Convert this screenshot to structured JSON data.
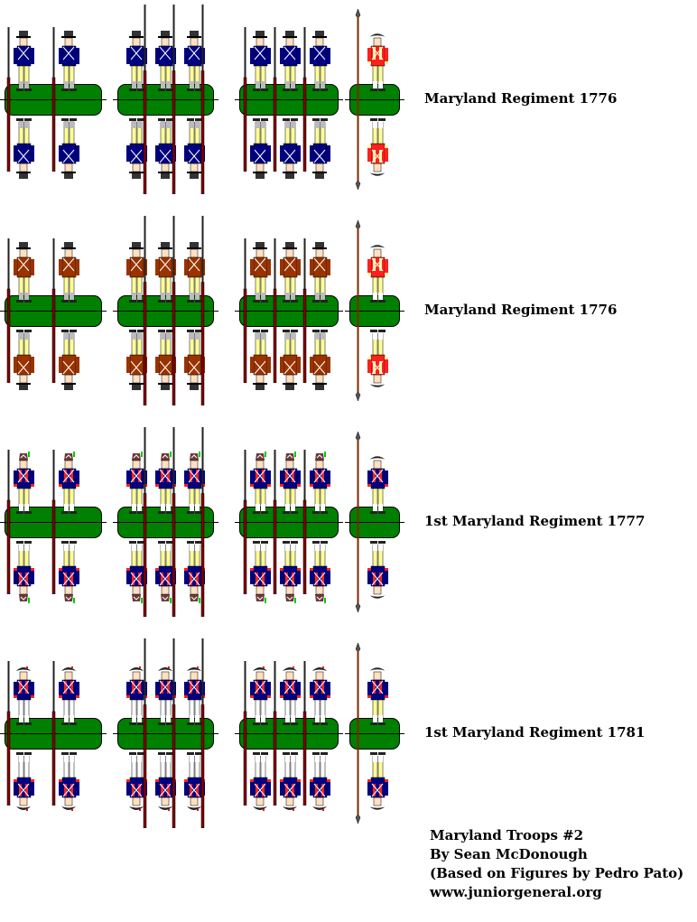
{
  "sheet": {
    "title": "Maryland Troops #2",
    "author": "By Sean McDonough",
    "based_on": "(Based on Figures by Pedro Pato)",
    "website": "www.juniorgeneral.org"
  },
  "colors": {
    "base_green": "#008000",
    "background": "#ffffff"
  },
  "rows": [
    {
      "label": "Maryland Regiment 1776",
      "coat": "#000080",
      "facing": "#000080",
      "breeches": "#ffff99",
      "hat": "round-hat",
      "officer_coat": "#ff2020"
    },
    {
      "label": "Maryland Regiment 1776",
      "coat": "#993300",
      "facing": "#993300",
      "breeches": "#ffff99",
      "hat": "round-hat",
      "officer_coat": "#ff2020"
    },
    {
      "label": "1st Maryland Regiment 1777",
      "coat": "#000080",
      "facing": "#ff2020",
      "breeches": "#ffff99",
      "hat": "mitre-cap",
      "officer_coat": "#000080"
    },
    {
      "label": "1st Maryland Regiment 1781",
      "coat": "#000080",
      "facing": "#ff2020",
      "breeches": "#ffffff",
      "hat": "tricorne",
      "officer_coat": "#000080"
    }
  ],
  "groups": [
    {
      "name": "skirmish-pair",
      "figures": 2,
      "pose": "musket-at-side"
    },
    {
      "name": "shouldered-arms-trio",
      "figures": 3,
      "pose": "present-arms"
    },
    {
      "name": "order-arms-trio",
      "figures": 3,
      "pose": "order-arms"
    },
    {
      "name": "officer-with-spontoon",
      "figures": 1,
      "pose": "officer"
    }
  ]
}
